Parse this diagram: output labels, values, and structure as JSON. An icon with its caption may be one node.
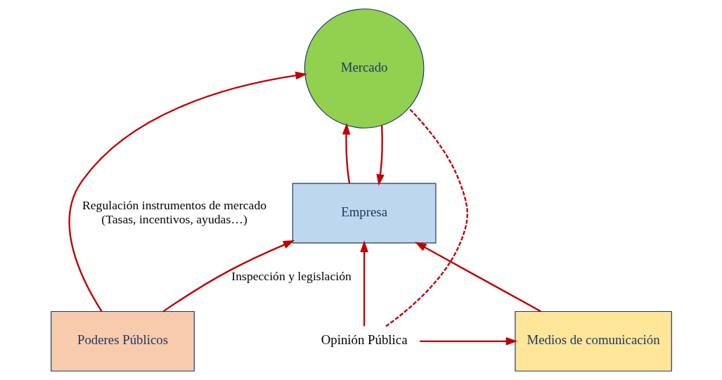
{
  "diagram": {
    "nodes": [
      {
        "text": [
          "Empresa"
        ]
      },
      {
        "text": [
          "Mercado"
        ]
      },
      {
        "text": [
          "Poderes Públicos"
        ]
      },
      {
        "text": [
          "Medios de comunicación"
        ]
      },
      {
        "text": [
          "Opinión Pública"
        ]
      }
    ],
    "edges": [
      {
        "from": 1,
        "to": 0,
        "arrow": "to"
      },
      {
        "from": 0,
        "to": 1,
        "arrow": "to"
      },
      {
        "from": 2,
        "to": 0,
        "arrow": "to",
        "label": "Inspección y legislación"
      },
      {
        "from": 3,
        "to": 0,
        "arrow": "to"
      },
      {
        "from": 4,
        "to": 0,
        "arrow": "to"
      },
      {
        "from": 4,
        "to": 3,
        "arrow": "to"
      },
      {
        "from": 4,
        "to": 1,
        "arrow": "none",
        "style": "dashed"
      },
      {
        "from": 2,
        "to": 1,
        "arrow": "to",
        "label": "Regulación instrumentos de mercado (Tasas, incentivos, ayudas…)"
      }
    ]
  }
}
